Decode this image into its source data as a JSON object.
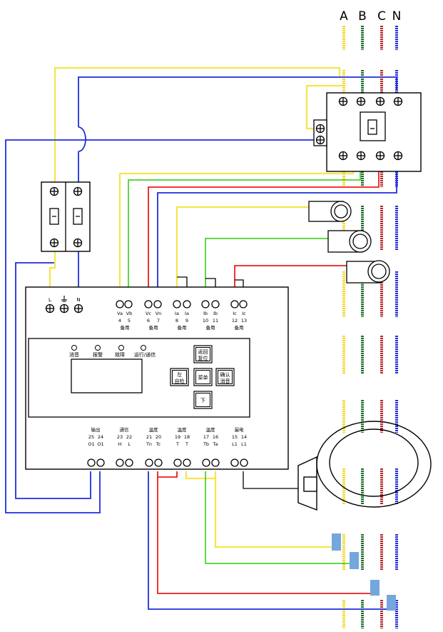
{
  "phases": {
    "a": "A",
    "b": "B",
    "c": "C",
    "n": "N"
  },
  "colors": {
    "phase_a": "#f2d82f",
    "phase_b": "#1b6e2a",
    "phase_c": "#b5282a",
    "phase_n": "#1f2fd6",
    "wire_yellow": "#f4e64a",
    "wire_green": "#4fd12f",
    "wire_red": "#ee1c1c",
    "wire_blue": "#1f2fd6",
    "sensor": "#74a7dc"
  },
  "power_terminals": {
    "l": "L",
    "n": "N",
    "ground": "ground-symbol"
  },
  "terminals": {
    "voltage": {
      "labels": [
        "Va",
        "Vb",
        "Vc",
        "Vn"
      ],
      "numbers": [
        "4",
        "5",
        "6",
        "7"
      ],
      "spare1": "备用",
      "spare2": "备用"
    },
    "ia": {
      "labels": [
        "Ia",
        "Ia"
      ],
      "numbers": [
        "8",
        "9"
      ],
      "spare": "备用"
    },
    "ib": {
      "labels": [
        "Ib",
        "Ib"
      ],
      "numbers": [
        "10",
        "11"
      ],
      "spare": "备用"
    },
    "ic": {
      "labels": [
        "Ic",
        "Ic"
      ],
      "numbers": [
        "12",
        "13"
      ],
      "spare": "备用"
    }
  },
  "indicators": [
    "消音",
    "报警",
    "故障",
    "运行/通信"
  ],
  "buttons": {
    "up": [
      "返回",
      "复位"
    ],
    "left": [
      "左",
      "自检"
    ],
    "menu": "菜单",
    "right": [
      "确认",
      "消音"
    ],
    "down": "下"
  },
  "bottom_terminals": {
    "output": {
      "title": "输出",
      "numbers": [
        "25",
        "24"
      ],
      "labels": [
        "O1",
        "O1"
      ]
    },
    "comm": {
      "title": "通信",
      "numbers": [
        "23",
        "22"
      ],
      "labels": [
        "H",
        "L"
      ]
    },
    "temp1": {
      "title": "温度",
      "numbers": [
        "21",
        "20"
      ],
      "labels": [
        "Tn",
        "Tc"
      ]
    },
    "temp2": {
      "title": "温度",
      "numbers": [
        "19",
        "18"
      ],
      "labels": [
        "T",
        "T"
      ]
    },
    "temp3": {
      "title": "温度",
      "numbers": [
        "17",
        "16"
      ],
      "labels": [
        "Tb",
        "Ta"
      ]
    },
    "leak": {
      "title": "漏电",
      "numbers": [
        "15",
        "14"
      ],
      "labels": [
        "L1",
        "L1"
      ]
    }
  }
}
